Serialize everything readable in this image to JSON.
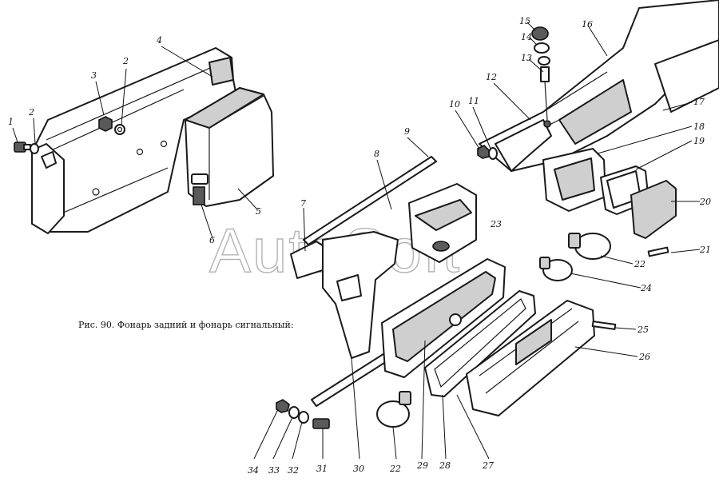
{
  "figure": {
    "caption": "Рис. 90. Фонарь задний и фонарь сигнальный:",
    "watermark": "AutoSoft"
  },
  "callouts": [
    {
      "id": "c1",
      "text": "1"
    },
    {
      "id": "c2a",
      "text": "2"
    },
    {
      "id": "c2b",
      "text": "2"
    },
    {
      "id": "c3",
      "text": "3"
    },
    {
      "id": "c4",
      "text": "4"
    },
    {
      "id": "c5",
      "text": "5"
    },
    {
      "id": "c6",
      "text": "6"
    },
    {
      "id": "c7",
      "text": "7"
    },
    {
      "id": "c8",
      "text": "8"
    },
    {
      "id": "c9",
      "text": "9"
    },
    {
      "id": "c10",
      "text": "10"
    },
    {
      "id": "c11",
      "text": "11"
    },
    {
      "id": "c12",
      "text": "12"
    },
    {
      "id": "c13",
      "text": "13"
    },
    {
      "id": "c14",
      "text": "14"
    },
    {
      "id": "c15",
      "text": "15"
    },
    {
      "id": "c16",
      "text": "16"
    },
    {
      "id": "c17",
      "text": "17"
    },
    {
      "id": "c18",
      "text": "18"
    },
    {
      "id": "c19",
      "text": "19"
    },
    {
      "id": "c20",
      "text": "20"
    },
    {
      "id": "c21",
      "text": "21"
    },
    {
      "id": "c22a",
      "text": "22"
    },
    {
      "id": "c23",
      "text": "23"
    },
    {
      "id": "c24",
      "text": "24"
    },
    {
      "id": "c25",
      "text": "25"
    },
    {
      "id": "c26",
      "text": "26"
    },
    {
      "id": "c27",
      "text": "27"
    },
    {
      "id": "c28",
      "text": "28"
    },
    {
      "id": "c29",
      "text": "29"
    },
    {
      "id": "c30",
      "text": "30"
    },
    {
      "id": "c31",
      "text": "31"
    },
    {
      "id": "c32",
      "text": "32"
    },
    {
      "id": "c33",
      "text": "33"
    },
    {
      "id": "c34",
      "text": "34"
    },
    {
      "id": "c22b",
      "text": "22"
    }
  ]
}
